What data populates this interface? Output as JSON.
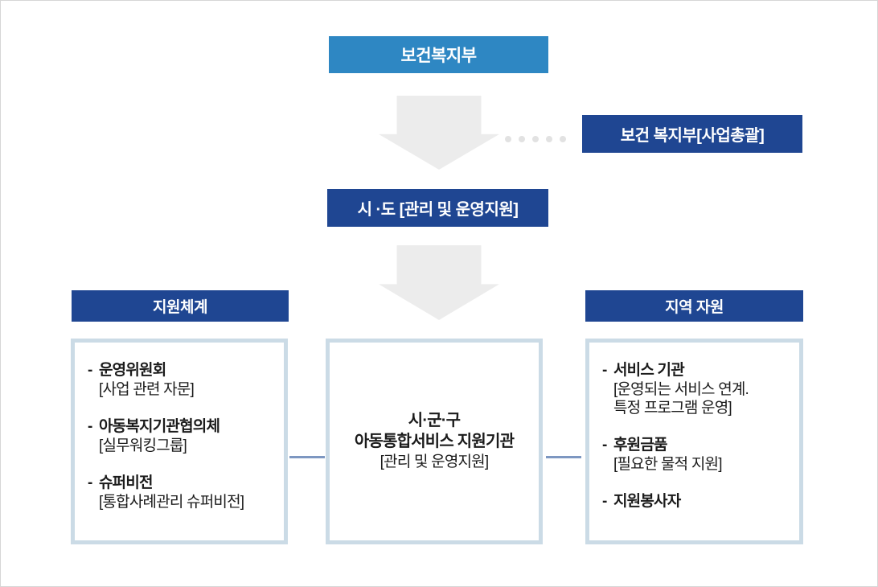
{
  "bullet": "-",
  "palette": {
    "accent_blue": "#2E87C3",
    "dark_blue": "#1F4692",
    "arrow_gray": "#ECECEC",
    "dot_gray": "#E2E2E2",
    "panel_border": "#CBDBE6",
    "connector_blue": "#7D97C1",
    "text_dark": "#1B1B1B"
  },
  "diagram": {
    "top_box": "보건복지부",
    "side_box": "보건 복지부[사업총괄]",
    "sido_box": "시 ·도 [관리 및 운영지원]",
    "left_panel": {
      "header": "지원체계",
      "items": [
        {
          "title": "운영위원회",
          "desc1": "[사업 관련 자문]"
        },
        {
          "title": "아동복지기관협의체",
          "desc1": "[실무워킹그룹]"
        },
        {
          "title": "슈퍼비전",
          "desc1": "[통합사례관리 슈퍼비전]"
        }
      ]
    },
    "center_panel": {
      "line1": "시·군·구",
      "line2": "아동통합서비스 지원기관",
      "line3": "[관리 및 운영지원]"
    },
    "right_panel": {
      "header": "지역 자원",
      "items": [
        {
          "title": "서비스 기관",
          "desc1": "[운영되는 서비스 연계.",
          "desc2": "특정 프로그램 운영]"
        },
        {
          "title": "후원금품",
          "desc1": "[필요한 물적 지원]"
        },
        {
          "title": "지원봉사자"
        }
      ]
    }
  }
}
